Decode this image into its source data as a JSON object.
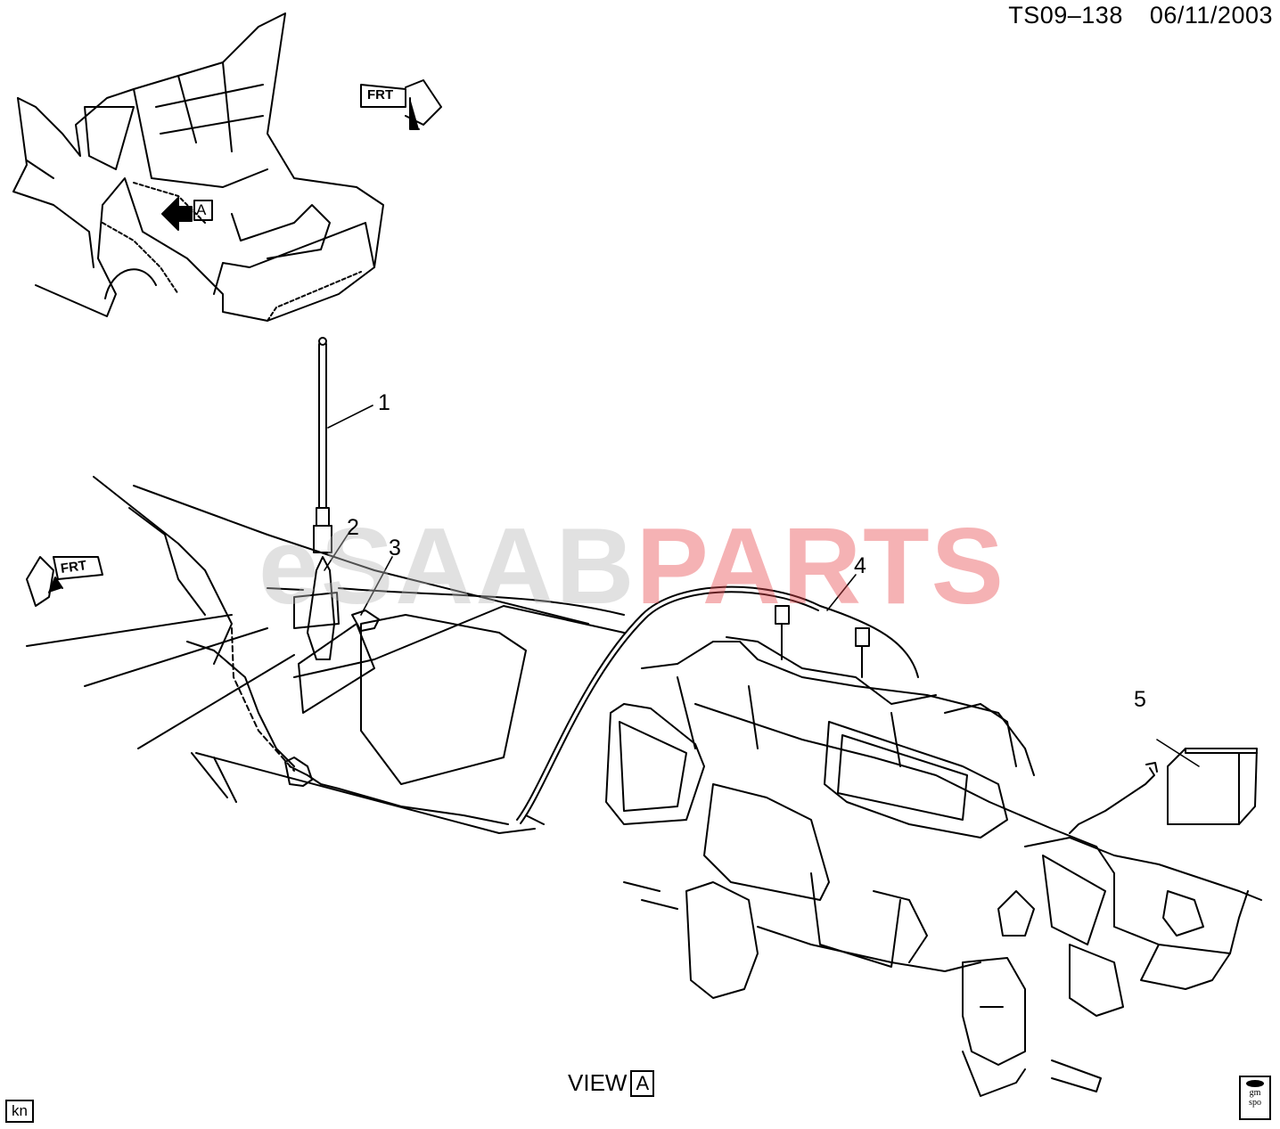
{
  "header": {
    "doc_code": "TS09–138",
    "date": "06/11/2003"
  },
  "watermark": {
    "part1": "eSAAB",
    "part2": "PARTS",
    "color1": "#b9b9b9",
    "color2": "#e8494f"
  },
  "callouts": [
    "1",
    "2",
    "3",
    "4",
    "5"
  ],
  "orientation": {
    "front_label": "FRT",
    "view_ref": "A"
  },
  "footer": {
    "view_word": "VIEW",
    "view_letter": "A",
    "author_tag": "kn",
    "logo_line1": "gm",
    "logo_line2": "spo"
  }
}
